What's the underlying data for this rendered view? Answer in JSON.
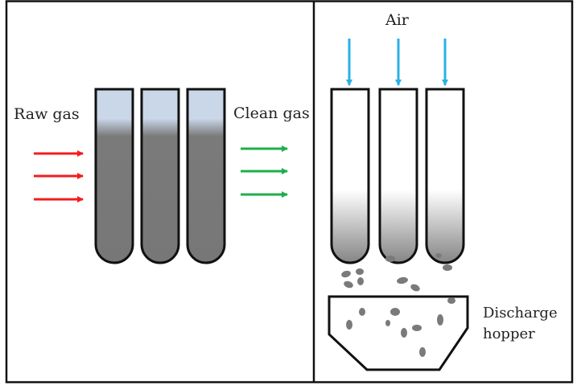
{
  "labels": {
    "raw_gas": "Raw gas",
    "clean_gas": "Clean gas",
    "air": "Air",
    "discharge_hopper": "Discharge hopper"
  },
  "colors": {
    "raw_gas_arrow": "#f21d1d",
    "clean_gas_arrow": "#1fae4a",
    "air_arrow": "#2bb0e6",
    "dust_cake": "#7a7a7a",
    "clean_gas_zone": "#c9d7e8",
    "outline": "#111111"
  },
  "panels": [
    {
      "name": "filtration-panel",
      "filter_bags": 3,
      "inflow_arrows": 3,
      "outflow_arrows": 3
    },
    {
      "name": "cleaning-panel",
      "filter_bags": 3,
      "air_arrows": 3
    }
  ]
}
